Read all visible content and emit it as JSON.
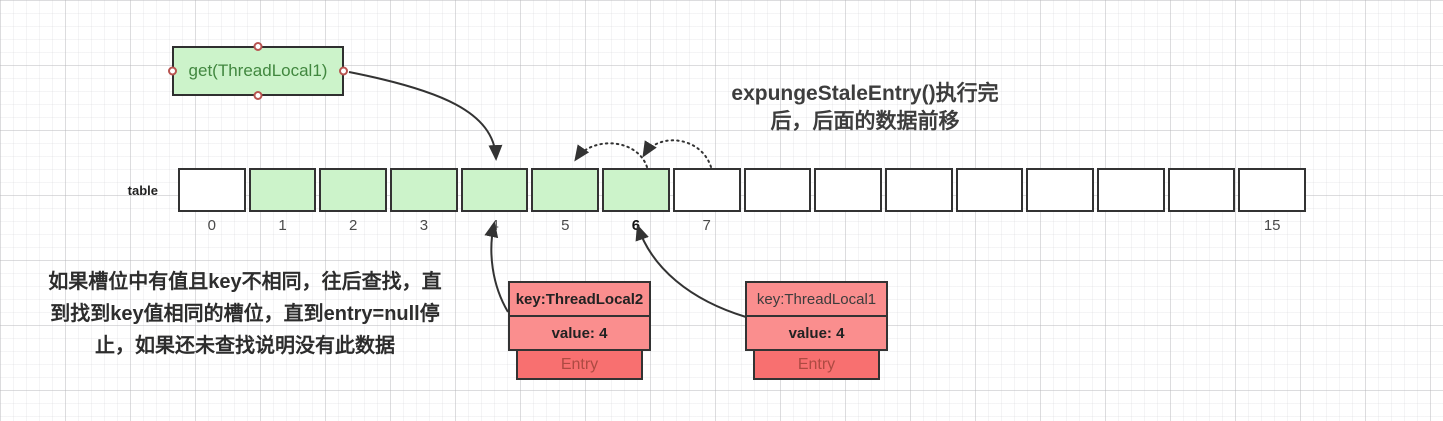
{
  "get_box": {
    "label": "get(ThreadLocal1)"
  },
  "title": {
    "line1": "expungeStaleEntry()执行完",
    "line2": "后，后面的数据前移"
  },
  "note": {
    "line1": "如果槽位中有值且key不相同，往后查找，直",
    "line2": "到找到key值相同的槽位，直到entry=null停",
    "line3": "止，如果还未查找说明没有此数据"
  },
  "table": {
    "label": "table",
    "cells": [
      {
        "label": "0",
        "green": false,
        "bold": false
      },
      {
        "label": "1",
        "green": true,
        "bold": false
      },
      {
        "label": "2",
        "green": true,
        "bold": false
      },
      {
        "label": "3",
        "green": true,
        "bold": false
      },
      {
        "label": "4",
        "green": true,
        "bold": false
      },
      {
        "label": "5",
        "green": true,
        "bold": false
      },
      {
        "label": "6",
        "green": true,
        "bold": true
      },
      {
        "label": "7",
        "green": false,
        "bold": false
      },
      {
        "label": "",
        "green": false,
        "bold": false
      },
      {
        "label": "",
        "green": false,
        "bold": false
      },
      {
        "label": "",
        "green": false,
        "bold": false
      },
      {
        "label": "",
        "green": false,
        "bold": false
      },
      {
        "label": "",
        "green": false,
        "bold": false
      },
      {
        "label": "",
        "green": false,
        "bold": false
      },
      {
        "label": "",
        "green": false,
        "bold": false
      },
      {
        "label": "15",
        "green": false,
        "bold": false
      }
    ]
  },
  "entries": [
    {
      "key": "key:ThreadLocal2",
      "value": "value: 4",
      "tag": "Entry"
    },
    {
      "key": "key:ThreadLocal1",
      "value": "value: 4",
      "tag": "Entry"
    }
  ],
  "colors": {
    "green-fill": "#ccf3ca",
    "green-text": "#41873f",
    "salmon-fill": "#fa8e8e",
    "red-fill": "#f87070",
    "entry-text": "#ad4a42",
    "arrow-color": "#333333",
    "point-ring": "#b85450"
  }
}
